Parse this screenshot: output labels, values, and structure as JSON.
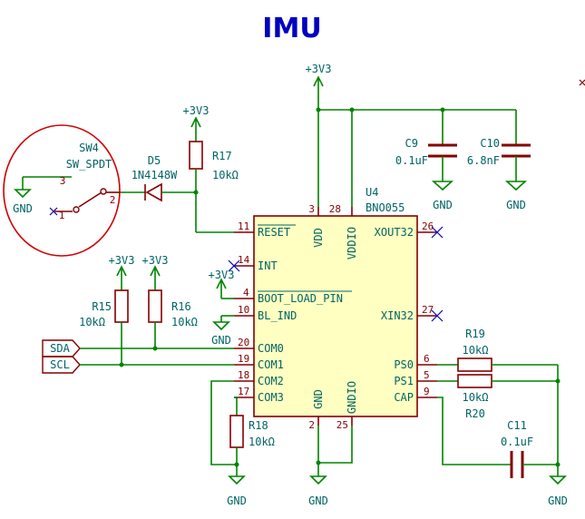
{
  "title": "IMU",
  "ic": {
    "ref": "U4",
    "value": "BNO055",
    "pins": {
      "vdd": {
        "num": "3",
        "name": "VDD"
      },
      "vddio": {
        "num": "28",
        "name": "VDDIO"
      },
      "reset": {
        "num": "11",
        "name": "RESET"
      },
      "int": {
        "num": "14",
        "name": "INT"
      },
      "boot": {
        "num": "4",
        "name": "BOOT_LOAD_PIN"
      },
      "blind": {
        "num": "10",
        "name": "BL_IND"
      },
      "com0": {
        "num": "20",
        "name": "COM0"
      },
      "com1": {
        "num": "19",
        "name": "COM1"
      },
      "com2": {
        "num": "18",
        "name": "COM2"
      },
      "com3": {
        "num": "17",
        "name": "COM3"
      },
      "gnd": {
        "num": "2",
        "name": "GND"
      },
      "gndio": {
        "num": "25",
        "name": "GNDIO"
      },
      "xout32": {
        "num": "26",
        "name": "XOUT32"
      },
      "xin32": {
        "num": "27",
        "name": "XIN32"
      },
      "ps0": {
        "num": "6",
        "name": "PS0"
      },
      "ps1": {
        "num": "5",
        "name": "PS1"
      },
      "cap": {
        "num": "9",
        "name": "CAP"
      }
    }
  },
  "components": {
    "sw4": {
      "ref": "SW4",
      "value": "SW_SPDT",
      "pin1": "1",
      "pin2": "2",
      "pin3": "3"
    },
    "d5": {
      "ref": "D5",
      "value": "1N4148W"
    },
    "r17": {
      "ref": "R17",
      "value": "10kΩ"
    },
    "r15": {
      "ref": "R15",
      "value": "10kΩ"
    },
    "r16": {
      "ref": "R16",
      "value": "10kΩ"
    },
    "r18": {
      "ref": "R18",
      "value": "10kΩ"
    },
    "r19": {
      "ref": "R19",
      "value": "10kΩ"
    },
    "r20": {
      "ref": "R20",
      "value": "10kΩ"
    },
    "c9": {
      "ref": "C9",
      "value": "0.1uF"
    },
    "c10": {
      "ref": "C10",
      "value": "6.8nF"
    },
    "c11": {
      "ref": "C11",
      "value": "0.1uF"
    }
  },
  "power": {
    "v33": "+3V3",
    "gnd": "GND"
  },
  "labels": {
    "sda": "SDA",
    "scl": "SCL"
  },
  "colors": {
    "wire": "#008400",
    "body": "#840000",
    "fill": "#ffffc2",
    "text": "#006464",
    "title": "#0000c0",
    "highlight": "#d00000"
  }
}
